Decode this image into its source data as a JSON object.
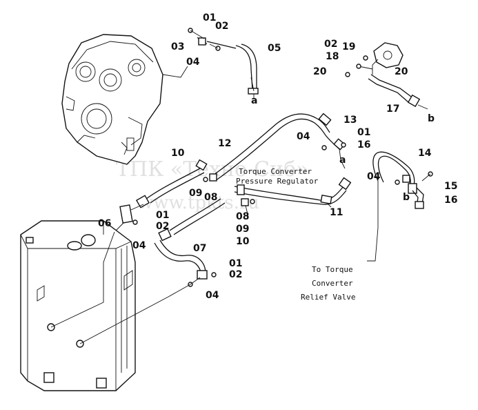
{
  "watermark": {
    "line1": "ТПК «Техно-Сиб»",
    "line2": "www.tpkts.ru"
  },
  "notes": {
    "regulator_line1": "Torque Converter",
    "regulator_line2": "Pressure Regulator",
    "relief_line1": "To Torque",
    "relief_line2": "Converter",
    "relief_line3": "Relief Valve"
  },
  "callouts": {
    "c01a": "01",
    "c02a": "02",
    "c03": "03",
    "c04a": "04",
    "c05": "05",
    "ca1": "a",
    "c02b": "02",
    "c19": "19",
    "c18": "18",
    "c20a": "20",
    "c20b": "20",
    "c17": "17",
    "cb1": "b",
    "c12": "12",
    "c13": "13",
    "c04b": "04",
    "c01b": "01",
    "c16a": "16",
    "ca2": "a",
    "c14": "14",
    "c04c": "04",
    "c15": "15",
    "c16b": "16",
    "cb2": "b",
    "c11": "11",
    "c10a": "10",
    "c09a": "09",
    "c08a": "08",
    "c08b": "08",
    "c09b": "09",
    "c10b": "10",
    "c06": "06",
    "c01c": "01",
    "c02c": "02",
    "c04d": "04",
    "c07": "07",
    "c01d": "01",
    "c02d": "02",
    "c04e": "04"
  }
}
